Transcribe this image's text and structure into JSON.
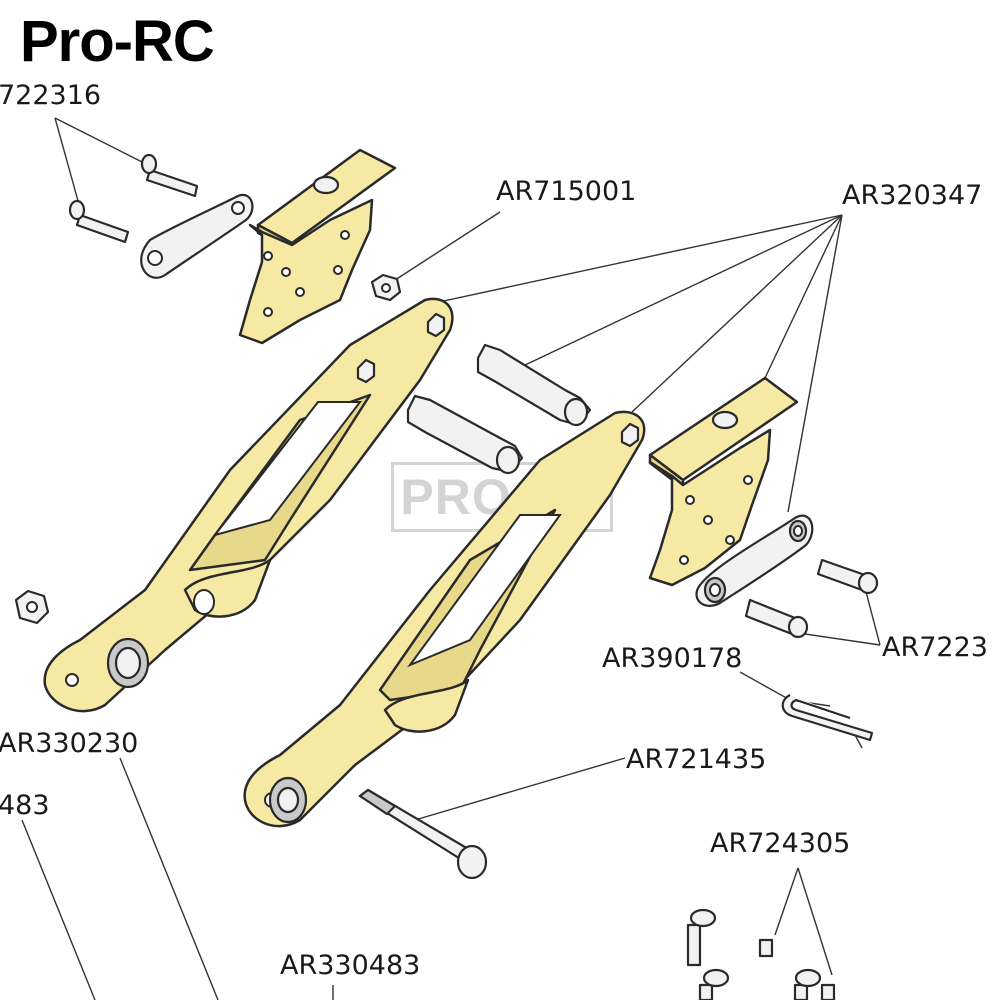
{
  "brand": "Pro-RC",
  "watermark": "PRO-RC",
  "colors": {
    "part_fill": "#F6E9A3",
    "outline": "#2a2a2a",
    "hardware": "#f2f2f2",
    "leader": "#333333"
  },
  "labels": {
    "ar722316": "722316",
    "ar715001": "AR715001",
    "ar320347": "AR320347",
    "ar7223": "AR7223",
    "ar390178": "AR390178",
    "ar330230": "AR330230",
    "ar483": "483",
    "ar721435": "AR721435",
    "ar724305": "AR724305",
    "ar330483": "AR330483"
  }
}
